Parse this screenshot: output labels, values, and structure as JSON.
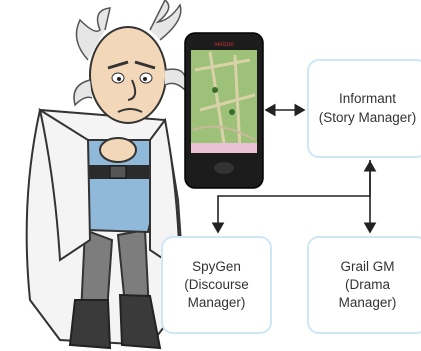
{
  "diagram": {
    "nodes": [
      {
        "id": "informant",
        "label": "Informant\n(Story Manager)"
      },
      {
        "id": "spygen",
        "label": "SpyGen\n(Discourse\nManager)"
      },
      {
        "id": "grail",
        "label": "Grail GM\n(Drama\nManager)"
      }
    ],
    "edges": [
      {
        "from": "phone",
        "to": "informant",
        "style": "double-arrow"
      },
      {
        "from": "informant",
        "to": "spygen",
        "style": "arrow"
      },
      {
        "from": "informant",
        "to": "grail",
        "style": "double-arrow"
      }
    ],
    "phone_brand": "verizon"
  },
  "colors": {
    "box_border": "#cfe6f5",
    "line": "#222222",
    "phone_body": "#1c1c1c",
    "map_green": "#9ec17a",
    "coat": "#f4f4f4",
    "shirt": "#8fb8d9"
  }
}
